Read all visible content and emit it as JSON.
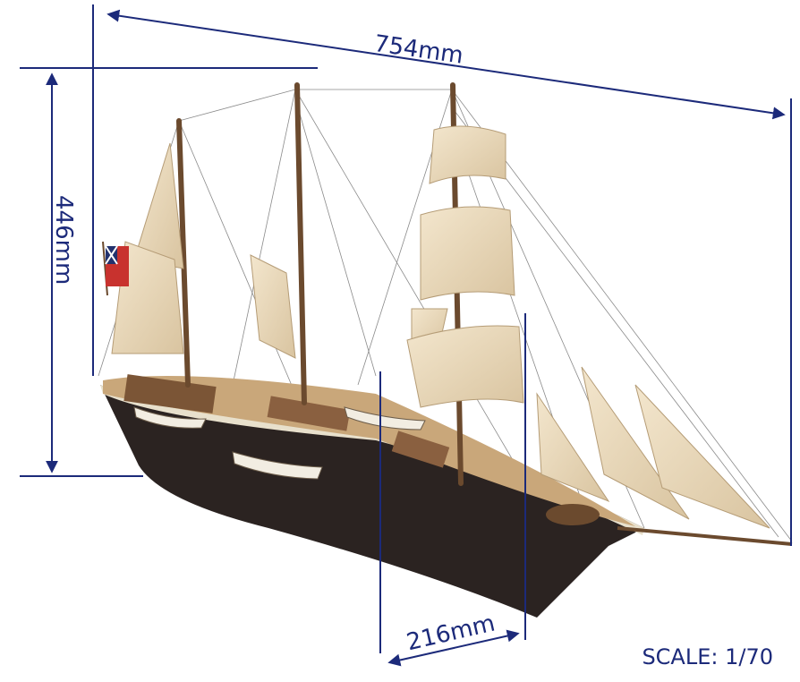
{
  "dimensions": {
    "length": "754mm",
    "height": "446mm",
    "beam": "216mm"
  },
  "scale": "SCALE: 1/70",
  "colors": {
    "dimension_lines": "#1c2a7a",
    "hull": "#2b2321",
    "sails": "#e9d9be",
    "deck": "#c9a77a",
    "masts": "#6b4a2e"
  }
}
